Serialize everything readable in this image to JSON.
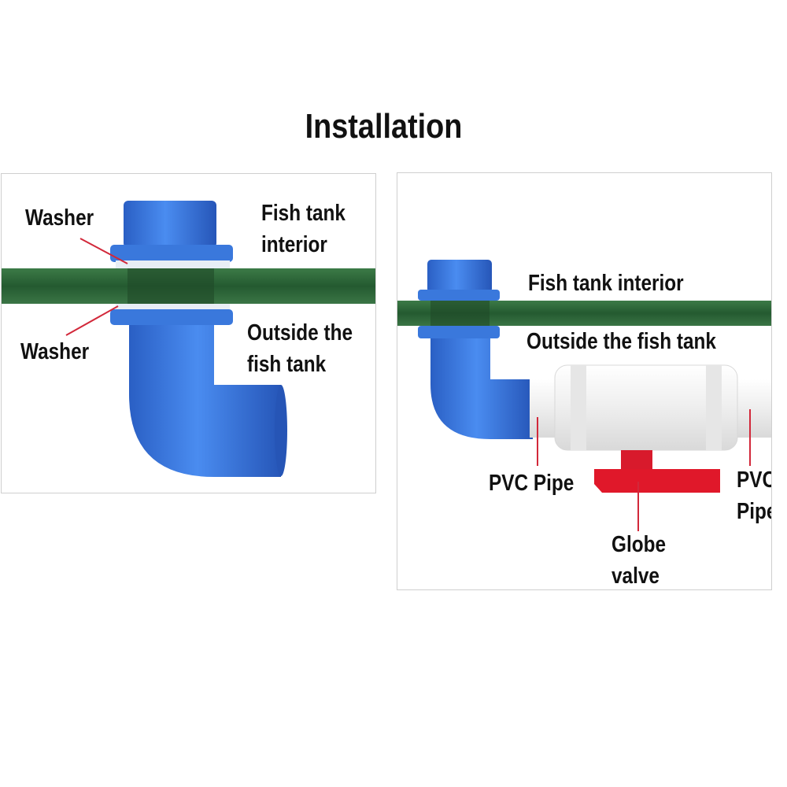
{
  "title": "Installation",
  "colors": {
    "fitting_blue": "#3b7be0",
    "glass_green": "#2f6b3c",
    "valve_handle": "#e0182a",
    "pvc_white": "#f2f2f2",
    "leader_line": "#d2283a"
  },
  "left_panel": {
    "washer_top": "Washer",
    "washer_bottom": "Washer",
    "tank_interior_line1": "Fish tank",
    "tank_interior_line2": "interior",
    "outside_line1": "Outside the",
    "outside_line2": "fish tank"
  },
  "right_panel": {
    "tank_interior": "Fish tank interior",
    "outside": "Outside the fish tank",
    "pvc_pipe_left": "PVC Pipe",
    "pvc_pipe_right_line1": "PVC",
    "pvc_pipe_right_line2": "Pipe",
    "globe_valve_line1": "Globe",
    "globe_valve_line2": "valve"
  }
}
